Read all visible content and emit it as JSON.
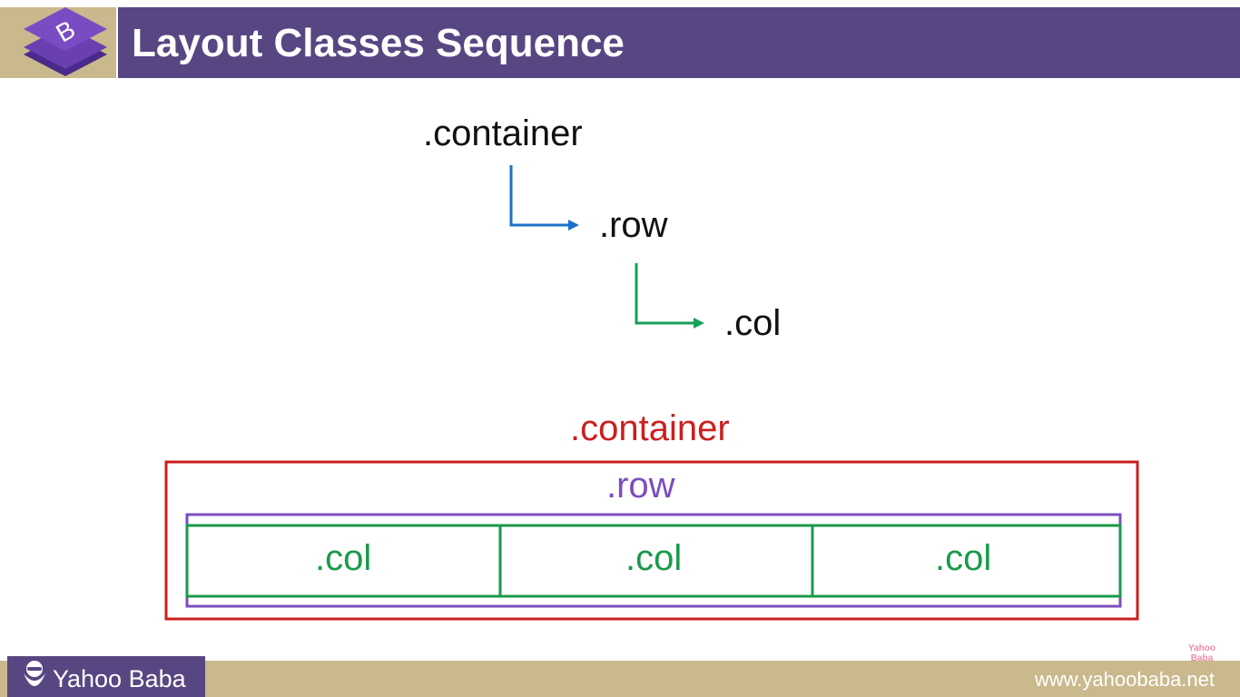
{
  "header": {
    "title": "Layout Classes Sequence",
    "logo_letter": "B",
    "logo_icon": "bootstrap-logo-icon"
  },
  "hierarchy": {
    "level1": ".container",
    "level2": ".row",
    "level3": ".col",
    "arrow1_color": "#1a73c6",
    "arrow2_color": "#17a05a"
  },
  "box_diagram": {
    "container_label": ".container",
    "row_label": ".row",
    "col_labels": [
      ".col",
      ".col",
      ".col"
    ],
    "container_color": "#cc1f1f",
    "row_color": "#7c4dbd",
    "col_color": "#1a9a4a"
  },
  "footer": {
    "brand": "Yahoo Baba",
    "brand_icon": "bearded-man-icon",
    "url": "www.yahoobaba.net",
    "watermark_line1": "Yahoo",
    "watermark_line2": "Baba"
  }
}
